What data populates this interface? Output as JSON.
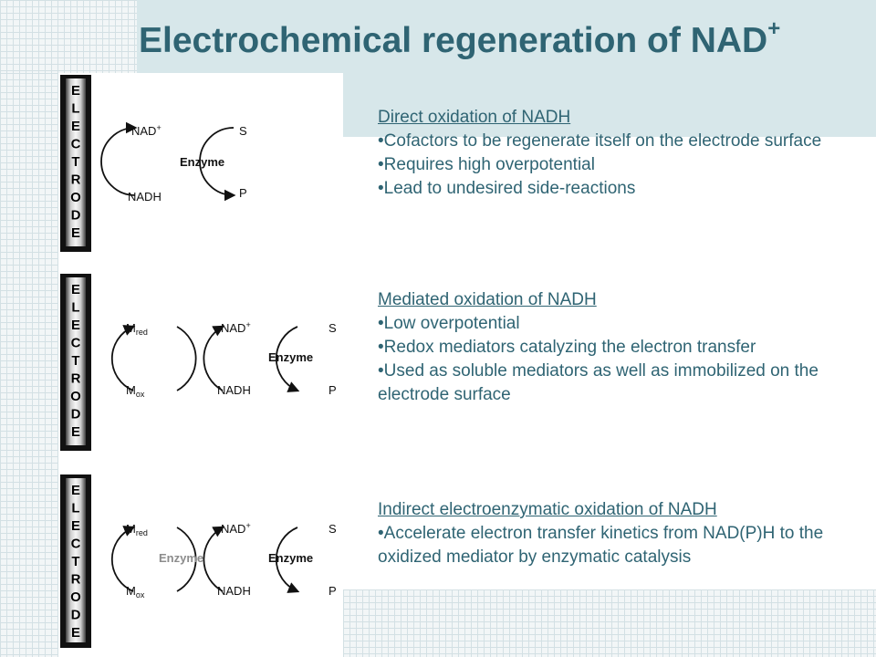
{
  "title": {
    "main": "Electrochemical regeneration of NAD",
    "sup": "+"
  },
  "electrode_letters": [
    "E",
    "L",
    "E",
    "C",
    "T",
    "R",
    "O",
    "D",
    "E"
  ],
  "diagrams": [
    {
      "nad_plus": "NAD",
      "nad_plus_sup": "+",
      "nadh": "NADH",
      "enzyme": "Enzyme",
      "s": "S",
      "p": "P"
    },
    {
      "m_red": "M",
      "m_red_sub": "red",
      "m_ox": "M",
      "m_ox_sub": "ox",
      "nad_plus": "NAD",
      "nad_plus_sup": "+",
      "nadh": "NADH",
      "enzyme": "Enzyme",
      "s": "S",
      "p": "P"
    },
    {
      "m_red": "M",
      "m_red_sub": "red",
      "m_ox": "M",
      "m_ox_sub": "ox",
      "enzyme1": "Enzyme",
      "nad_plus": "NAD",
      "nad_plus_sup": "+",
      "nadh": "NADH",
      "enzyme2": "Enzyme",
      "s": "S",
      "p": "P"
    }
  ],
  "sections": [
    {
      "heading": "Direct oxidation of NADH",
      "bullets": [
        "•Cofactors to be regenerate itself on the electrode surface",
        "•Requires high overpotential",
        "•Lead to undesired side-reactions"
      ]
    },
    {
      "heading": "Mediated oxidation of NADH",
      "bullets": [
        "•Low overpotential",
        "•Redox mediators catalyzing the electron transfer",
        "•Used as soluble mediators as well as immobilized on the electrode surface"
      ]
    },
    {
      "heading": "Indirect electroenzymatic oxidation of NADH",
      "bullets": [
        "•Accelerate electron transfer kinetics from NAD(P)H to the oxidized mediator by enzymatic catalysis"
      ]
    }
  ],
  "colors": {
    "title": "#2f6473",
    "text": "#2f6473",
    "band": "#d7e7ea",
    "grid": "#d3e0e4"
  }
}
